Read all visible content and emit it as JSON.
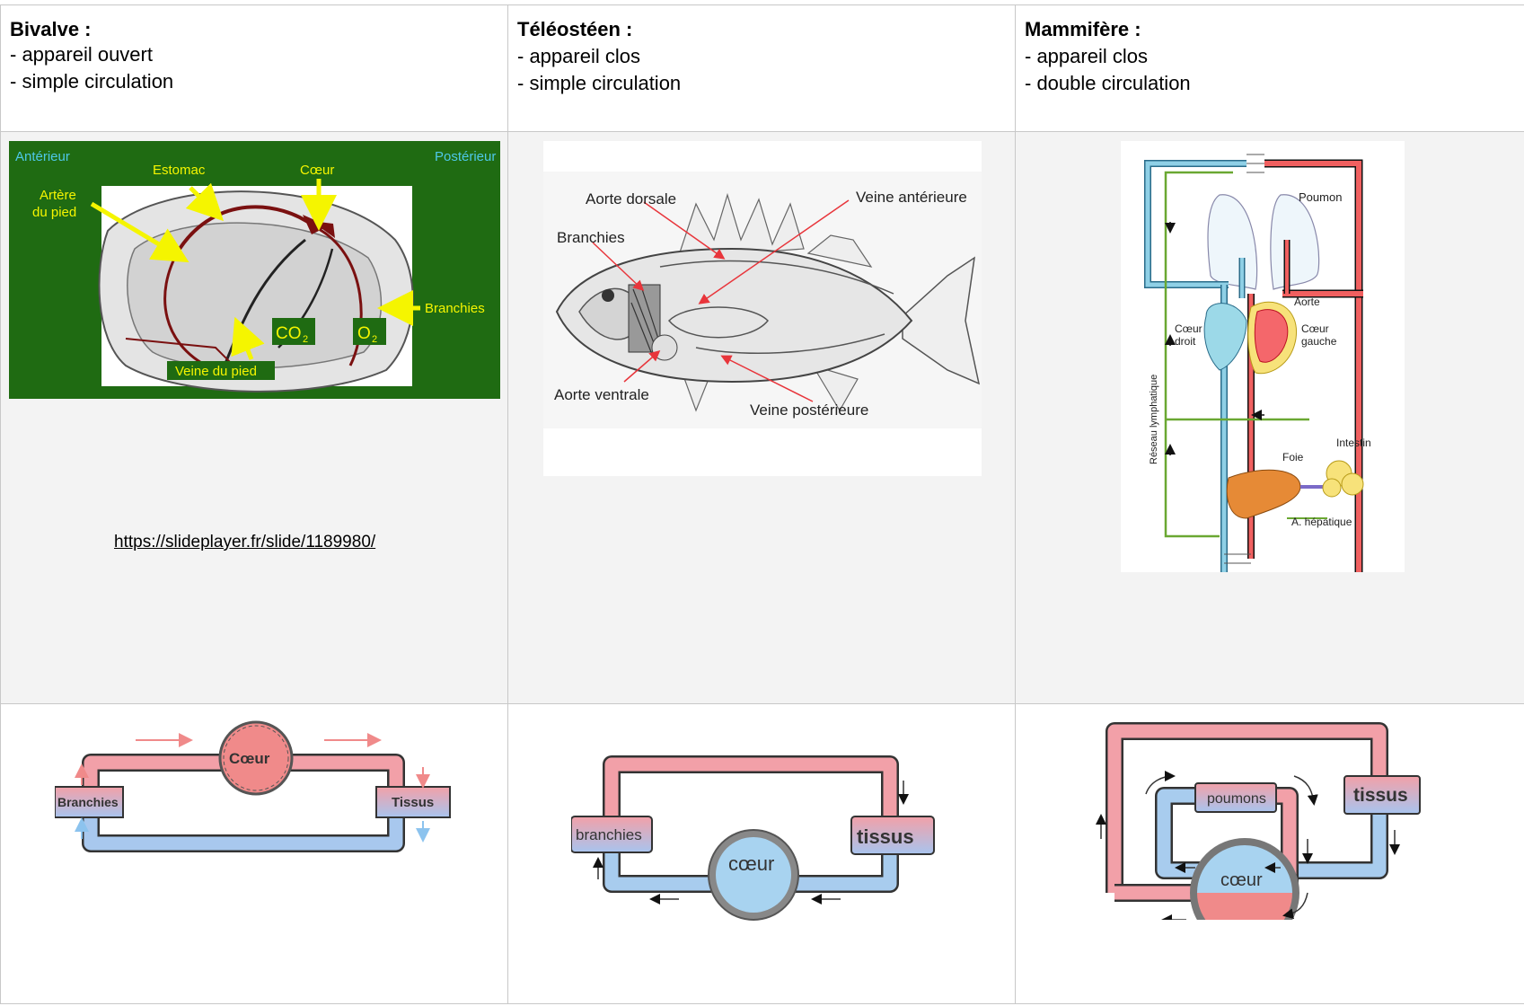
{
  "columns": [
    {
      "title": "Bivalve :",
      "lines": [
        "- appareil ouvert",
        "- simple circulation"
      ]
    },
    {
      "title": "Téléostéen :",
      "lines": [
        "- appareil clos",
        "- simple circulation"
      ]
    },
    {
      "title": "Mammifère :",
      "lines": [
        "- appareil clos",
        "- double circulation"
      ]
    }
  ],
  "bivalve": {
    "anterior": "Antérieur",
    "posterior": "Postérieur",
    "stomach": "Estomac",
    "heart": "Cœur",
    "foot_artery_1": "Artère",
    "foot_artery_2": "du pied",
    "gills": "Branchies",
    "co2": "CO",
    "co2_sub": "2",
    "o2": "O",
    "o2_sub": "2",
    "foot_vein": "Veine du pied",
    "source_url": "https://slideplayer.fr/slide/1189980/"
  },
  "fish": {
    "dorsal_aorta": "Aorte dorsale",
    "anterior_vein": "Veine antérieure",
    "gills": "Branchies",
    "ventral_aorta": "Aorte ventrale",
    "posterior_vein": "Veine postérieure"
  },
  "mammal": {
    "lung": "Poumon",
    "aorta": "Aorte",
    "right_heart_1": "Cœur",
    "right_heart_2": "droit",
    "left_heart_1": "Cœur",
    "left_heart_2": "gauche",
    "lymph": "Réseau lymphatique",
    "intestine": "Intestin",
    "liver": "Foie",
    "hepatic": "A. hépatique"
  },
  "schema_bivalve": {
    "heart": "Cœur",
    "gills": "Branchies",
    "tissue": "Tissus"
  },
  "schema_fish": {
    "gills": "branchies",
    "tissue": "tissus",
    "heart": "cœur"
  },
  "schema_mammal": {
    "lungs": "poumons",
    "tissue": "tissus",
    "heart": "cœur"
  },
  "colors": {
    "artery": "#f08a8a",
    "vein": "#a9d3f0",
    "bivalve_bg": "#1f6b12",
    "label_yellow": "#f5f500",
    "green_vessel": "#6aa832"
  }
}
